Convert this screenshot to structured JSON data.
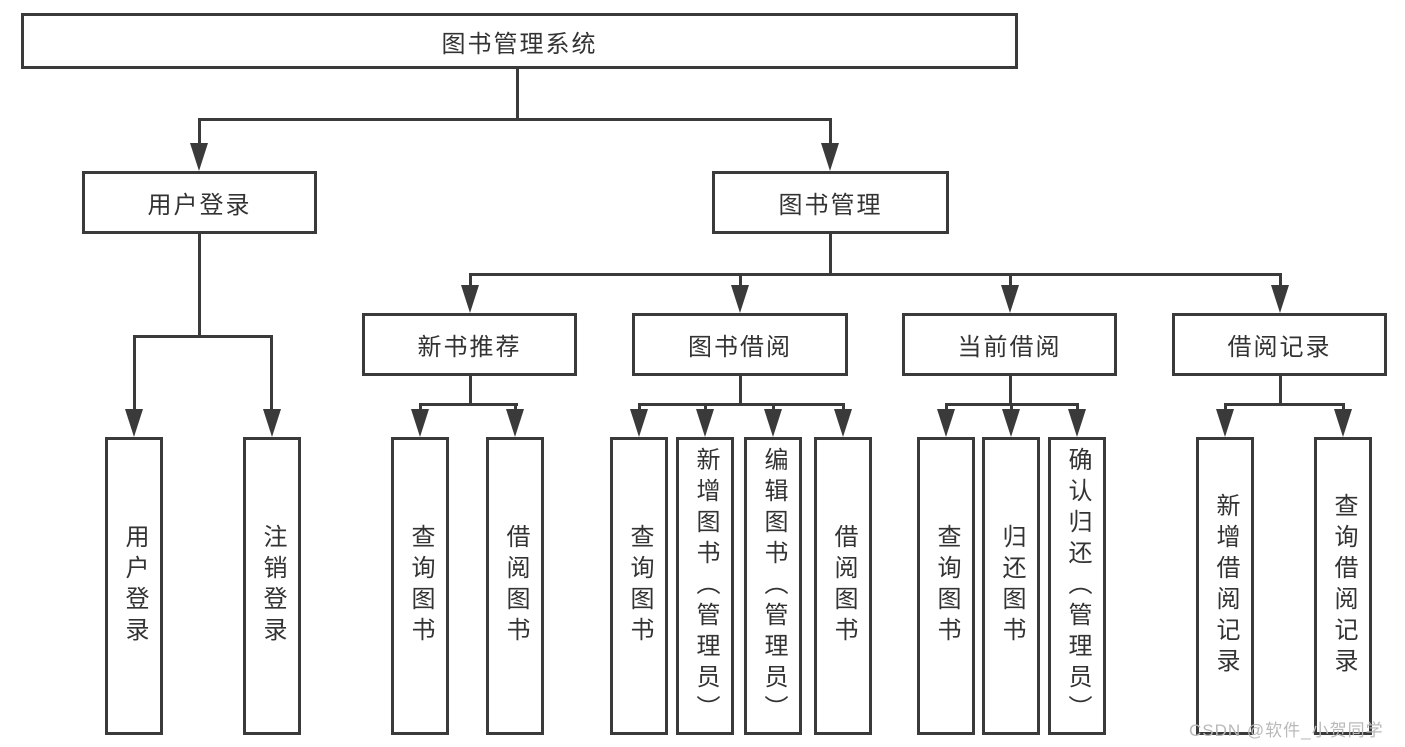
{
  "root": {
    "label": "图书管理系统"
  },
  "level2": [
    {
      "label": "用户登录"
    },
    {
      "label": "图书管理"
    }
  ],
  "level3": [
    {
      "label": "新书推荐"
    },
    {
      "label": "图书借阅"
    },
    {
      "label": "当前借阅"
    },
    {
      "label": "借阅记录"
    }
  ],
  "leaves": {
    "user_login": [
      "用户登录",
      "注销登录"
    ],
    "new_books": [
      "查询图书",
      "借阅图书"
    ],
    "book_borrowing": [
      "查询图书",
      "新增图书（管理员）",
      "编辑图书（管理员）",
      "借阅图书"
    ],
    "current_borrowing": [
      "查询图书",
      "归还图书",
      "确认归还（管理员）"
    ],
    "borrowing_records": [
      "新增借阅记录",
      "查询借阅记录"
    ]
  },
  "watermark": {
    "text": "CSDN @软件_小贺同学"
  },
  "colors": {
    "line": "#3a3a3a",
    "text": "#333333",
    "watermark": "#b9b9b9",
    "background": "#ffffff"
  }
}
